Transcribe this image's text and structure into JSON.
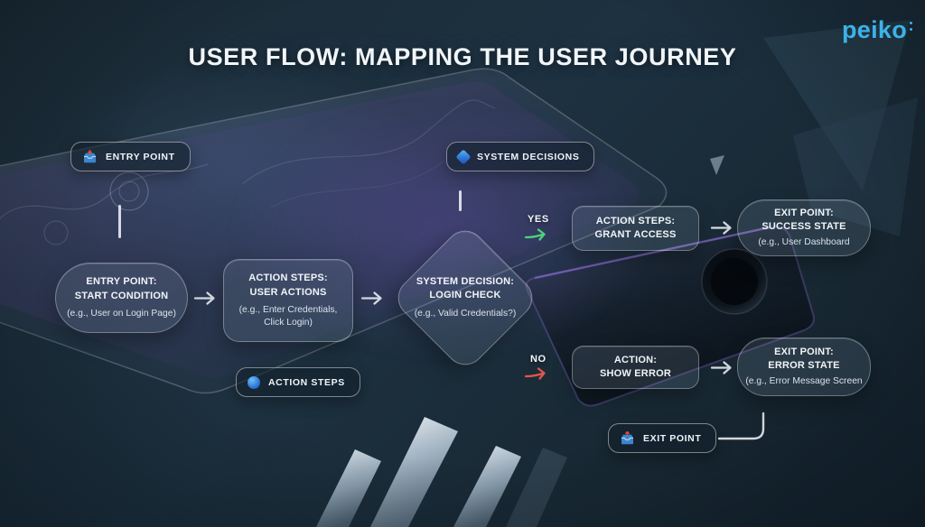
{
  "header": {
    "title": "USER FLOW: MAPPING THE USER JOURNEY",
    "logo": "peiko"
  },
  "legend": {
    "entry_point": {
      "label": "ENTRY POINT",
      "icon": "inbox-entry-icon"
    },
    "system_decisions": {
      "label": "SYSTEM DECISIONS",
      "icon": "decision-diamond-icon"
    },
    "action_steps": {
      "label": "ACTION STEPS",
      "icon": "action-circle-icon"
    },
    "exit_point": {
      "label": "EXIT POINT",
      "icon": "outbox-exit-icon"
    }
  },
  "nodes": {
    "entry": {
      "title_line1": "ENTRY POINT:",
      "title_line2": "START CONDITION",
      "example": "(e.g., User on Login Page)"
    },
    "user_actions": {
      "title_line1": "ACTION STEPS:",
      "title_line2": "USER ACTIONS",
      "example_line1": "(e.g., Enter Credentials,",
      "example_line2": "Click Login)"
    },
    "decision": {
      "title_line1": "SYSTEM DECISION:",
      "title_line2": "LOGIN CHECK",
      "example": "(e.g., Valid Credentials?)"
    },
    "grant_access": {
      "title_line1": "ACTION STEPS:",
      "title_line2": "GRANT ACCESS"
    },
    "success_exit": {
      "title_line1": "EXIT POINT:",
      "title_line2": "SUCCESS STATE",
      "example": "(e.g., User Dashboard"
    },
    "show_error": {
      "title_line1": "ACTION:",
      "title_line2": "SHOW ERROR"
    },
    "error_exit": {
      "title_line1": "EXIT POINT:",
      "title_line2": "ERROR STATE",
      "example": "(e.g., Error Message Screen"
    }
  },
  "edges": {
    "yes_label": "YES",
    "no_label": "NO"
  },
  "colors": {
    "logo": "#3db2e8",
    "yes_arrow": "#4cd27d",
    "no_arrow": "#e0564a",
    "neutral_arrow": "#d7dde2",
    "icon_blue": "#3b86cf",
    "icon_red": "#e2493c"
  }
}
